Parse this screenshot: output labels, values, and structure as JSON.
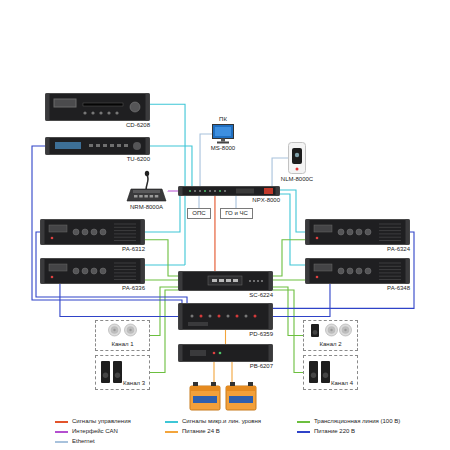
{
  "diagram": {
    "nodes": [
      {
        "text": [
          "CD-6208"
        ]
      },
      {
        "text": [
          "ПК",
          "MS-8000"
        ]
      },
      {
        "text": [
          "TU-6200"
        ]
      },
      {
        "text": [
          "NLM-8000C"
        ]
      },
      {
        "text": [
          "NRM-8000A"
        ]
      },
      {
        "text": [
          "NPX-8000"
        ]
      },
      {
        "text": [
          "ОПС"
        ]
      },
      {
        "text": [
          "ГО и ЧС"
        ]
      },
      {
        "text": [
          "PA-6312"
        ]
      },
      {
        "text": [
          "PA-6324"
        ]
      },
      {
        "text": [
          "PA-6336"
        ]
      },
      {
        "text": [
          "PA-6348"
        ]
      },
      {
        "text": [
          "SC-6224"
        ]
      },
      {
        "text": [
          "PD-6359"
        ]
      },
      {
        "text": [
          "Канал 1"
        ]
      },
      {
        "text": [
          "Канал 2"
        ]
      },
      {
        "text": [
          "PB-6207"
        ]
      },
      {
        "text": [
          "Канал 3"
        ]
      },
      {
        "text": [
          "Канал 4"
        ]
      }
    ],
    "edges": [
      {
        "from": 0,
        "to": 5,
        "arrow": "none"
      },
      {
        "from": 2,
        "to": 5,
        "arrow": "none"
      },
      {
        "from": 4,
        "to": 5,
        "arrow": "none"
      },
      {
        "from": 1,
        "to": 5,
        "arrow": "none"
      },
      {
        "from": 3,
        "to": 5,
        "arrow": "none"
      },
      {
        "from": 6,
        "to": 5,
        "arrow": "none"
      },
      {
        "from": 7,
        "to": 5,
        "arrow": "none"
      },
      {
        "from": 5,
        "to": 8,
        "arrow": "none"
      },
      {
        "from": 5,
        "to": 10,
        "arrow": "none"
      },
      {
        "from": 5,
        "to": 9,
        "arrow": "none"
      },
      {
        "from": 5,
        "to": 11,
        "arrow": "none"
      },
      {
        "from": 8,
        "to": 12,
        "arrow": "none"
      },
      {
        "from": 10,
        "to": 12,
        "arrow": "none"
      },
      {
        "from": 9,
        "to": 12,
        "arrow": "none"
      },
      {
        "from": 11,
        "to": 12,
        "arrow": "none"
      },
      {
        "from": 12,
        "to": 14,
        "arrow": "none"
      },
      {
        "from": 12,
        "to": 17,
        "arrow": "none"
      },
      {
        "from": 12,
        "to": 15,
        "arrow": "none"
      },
      {
        "from": 12,
        "to": 18,
        "arrow": "none"
      },
      {
        "from": 13,
        "to": 10,
        "arrow": "none"
      },
      {
        "from": 13,
        "to": 11,
        "arrow": "none"
      },
      {
        "from": 13,
        "to": 8,
        "arrow": "none"
      },
      {
        "from": 13,
        "to": 9,
        "arrow": "none"
      },
      {
        "from": 13,
        "to": 2,
        "arrow": "none"
      },
      {
        "from": 16,
        "to": 13,
        "arrow": "none"
      },
      {
        "from": 5,
        "to": 12,
        "arrow": "none"
      }
    ],
    "legend": [
      {
        "text": "Сигналы управления",
        "color": "#e3542b"
      },
      {
        "text": "Сигналы микр.и лин. уровня",
        "color": "#3ec6d6"
      },
      {
        "text": "Трансляционная линия (100 В)",
        "color": "#6cbf3f"
      },
      {
        "text": "Интерфейс CAN",
        "color": "#b44fd0"
      },
      {
        "text": "Питание 24 В",
        "color": "#f3a53c"
      },
      {
        "text": "Питание 220 В",
        "color": "#2f43c8"
      },
      {
        "text": "Ethernet",
        "color": "#a8c2dc"
      }
    ]
  }
}
